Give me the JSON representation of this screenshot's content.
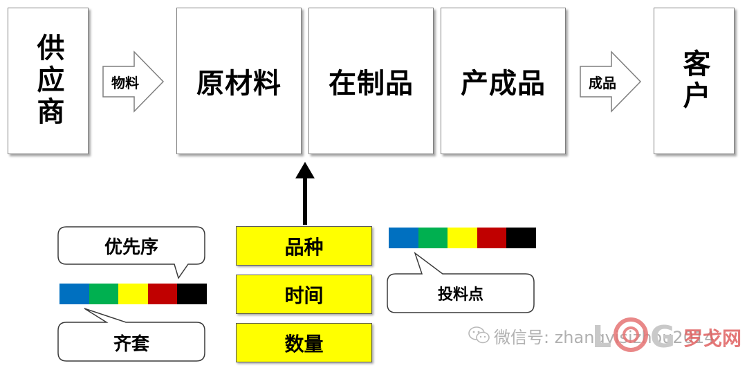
{
  "stages": {
    "supplier": "供应商",
    "raw_material": "原材料",
    "wip": "在制品",
    "finished": "产成品",
    "customer": "客户"
  },
  "arrows": {
    "material": "物料",
    "finished_goods": "成品"
  },
  "attributes": [
    "品种",
    "时间",
    "数量"
  ],
  "callouts": {
    "priority": "优先序",
    "kitting": "齐套",
    "feed_point": "投料点"
  },
  "colors": {
    "strip": [
      "#0070c0",
      "#00b050",
      "#ffff00",
      "#c00000",
      "#000000"
    ],
    "attribute_fill": "#ffff00"
  },
  "watermark": {
    "wechat": "微信号: zhangyisizhou2014",
    "brand": "罗戈网"
  }
}
